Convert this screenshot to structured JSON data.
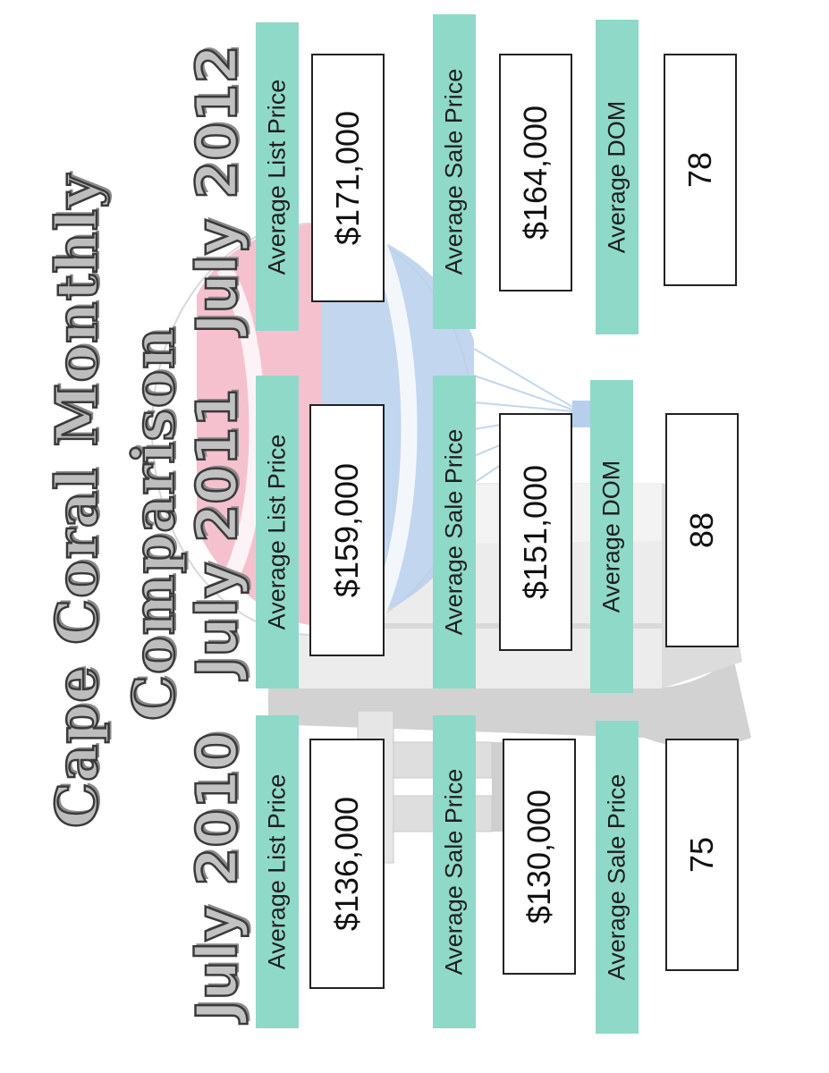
{
  "title": {
    "line1": "Cape Coral Monthly",
    "line2": "Comparison"
  },
  "columns": [
    {
      "year": "July 2010",
      "list_label": "Average List Price",
      "list_value": "$136,000",
      "sale_label": "Average Sale Price",
      "sale_value": "$130,000",
      "dom_label": "Average Sale Price",
      "dom_value": "75"
    },
    {
      "year": "July 2011",
      "list_label": "Average List Price",
      "list_value": "$159,000",
      "sale_label": "Average Sale Price",
      "sale_value": "$151,000",
      "dom_label": "Average DOM",
      "dom_value": "88"
    },
    {
      "year": "July 2012",
      "list_label": "Average List Price",
      "list_value": "$171,000",
      "sale_label": "Average Sale Price",
      "sale_value": "$164,000",
      "dom_label": "Average DOM",
      "dom_value": "78"
    }
  ],
  "colors": {
    "label_bar": "#8fd9c9",
    "title_fill": "#bdbdbd",
    "balloon_pink": "#f2a3b8",
    "balloon_blue": "#a9c6e8",
    "road_gray": "#e4e4e4"
  }
}
